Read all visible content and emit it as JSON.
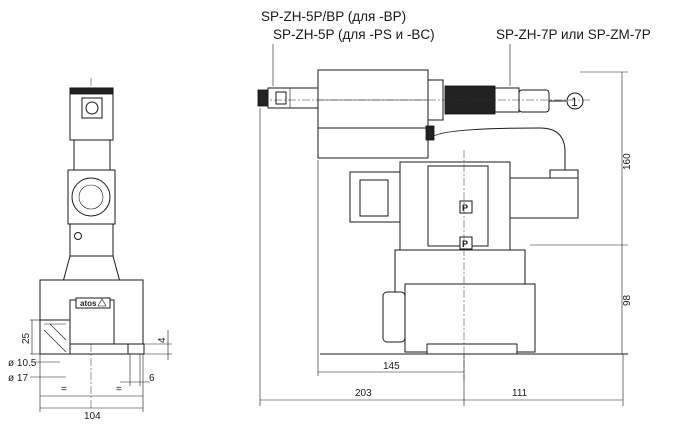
{
  "labels": {
    "connector_bp": "SP-ZH-5P/BP (для -BP)",
    "connector_ps": "SP-ZH-5P (для -PS и -BC)",
    "connector_7p": "SP-ZH-7P или SP-ZM-7P",
    "callout_number": "1",
    "brand": "atos",
    "port_p_upper": "P",
    "port_p_lower": "P"
  },
  "dimensions": {
    "d160": "160",
    "d98": "98",
    "d145": "145",
    "d203": "203",
    "d111": "111",
    "d104": "104",
    "d25": "25",
    "d4": "4",
    "d6": "6",
    "phi_10_5": "ø 10.5",
    "phi_17": "ø 17",
    "eq_left": "=",
    "eq_right": "="
  },
  "colors": {
    "line": "#1a1a1a",
    "background": "#ffffff"
  }
}
